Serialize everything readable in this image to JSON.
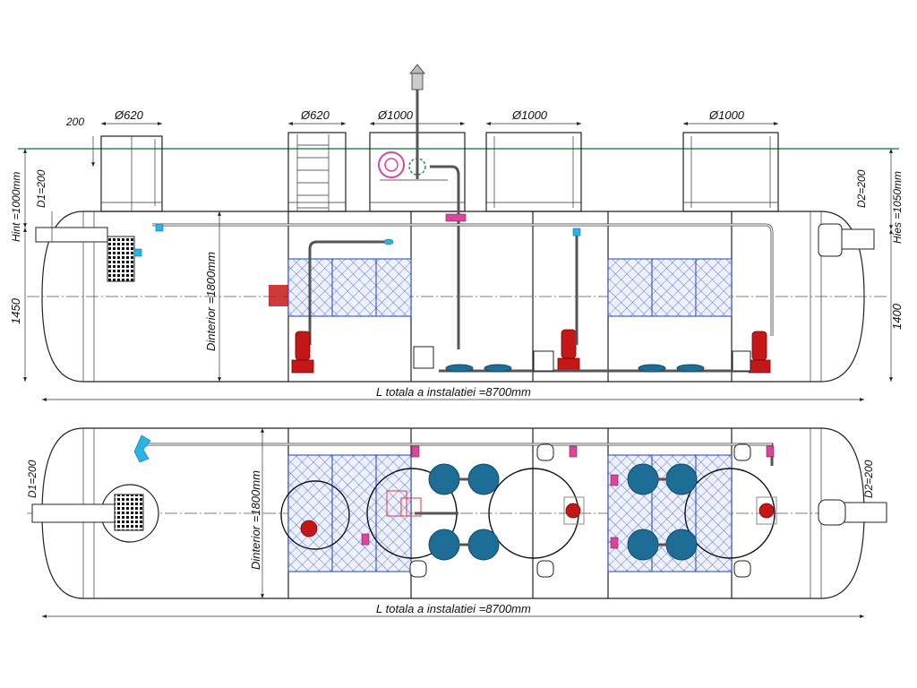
{
  "colors": {
    "ground_line": "#2e8b57",
    "media_blue": "#1f3fbf",
    "diffuser_blue": "#1e6d96",
    "pump_red": "#c41818",
    "valve_pink": "#d8479a"
  },
  "side_view": {
    "dim_200": "200",
    "hatch_1_diameter": "Ø620",
    "hatch_2_diameter": "Ø620",
    "hatch_3_diameter": "Ø1000",
    "hatch_4_diameter": "Ø1000",
    "hatch_5_diameter": "Ø1000",
    "h_int": "Hint =1000mm",
    "d1": "D1=200",
    "h_1450": "1450",
    "d_interior": "Dinterior =1800mm",
    "d2": "D2=200",
    "h_ies": "Hies =1050mm",
    "h_1400": "1400",
    "total_length": "L totala a instalatiei =8700mm"
  },
  "plan_view": {
    "d1": "D1=200",
    "d_interior": "Dinterior =1800mm",
    "d2": "D2=200",
    "total_length": "L totala a instalatiei =8700mm"
  }
}
